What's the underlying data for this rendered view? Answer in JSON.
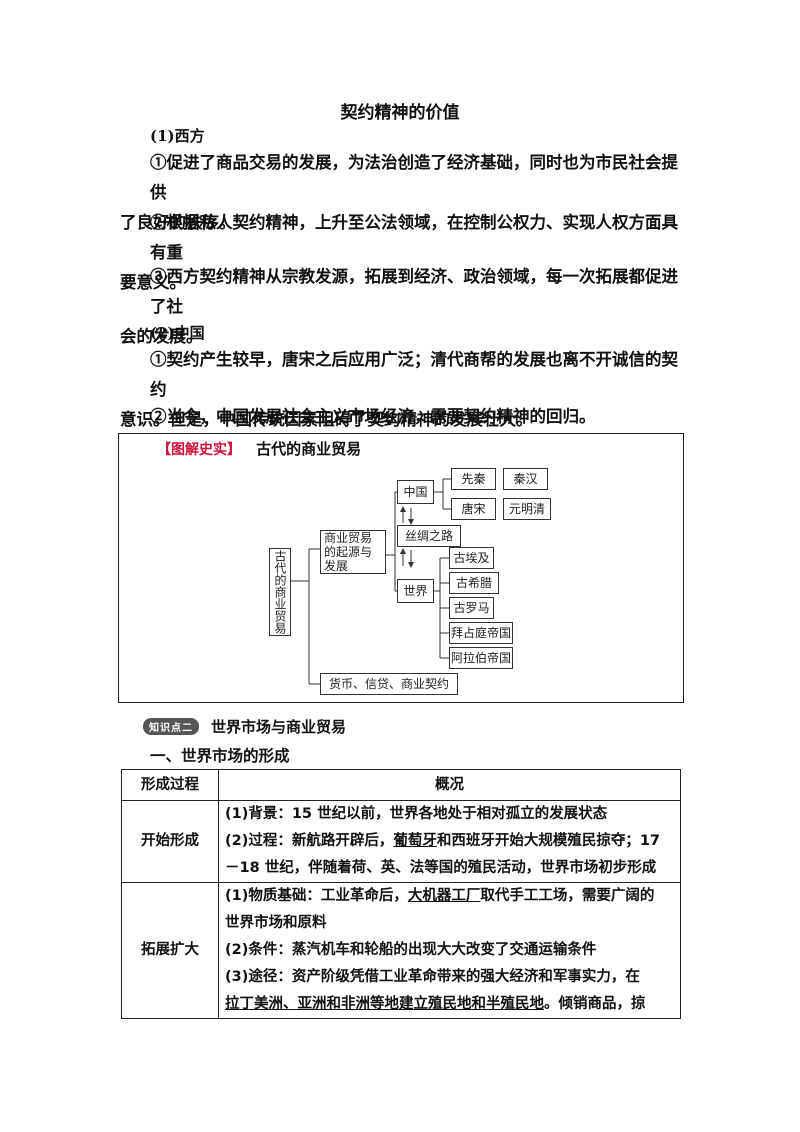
{
  "title": "契约精神的价值",
  "west": {
    "heading": "(1)西方",
    "p1_l1": "①促进了商品交易的发展，为法治创造了经济基础，同时也为市民社会提供",
    "p1_l2": "了良好的秩序。",
    "p2_l1": "②根据私人契约精神，上升至公法领域，在控制公权力、实现人权方面具有重",
    "p2_l2": "要意义。",
    "p3_l1": "③西方契约精神从宗教发源，拓展到经济、政治领域，每一次拓展都促进了社",
    "p3_l2": "会的发展。"
  },
  "china": {
    "heading": "(2)中国",
    "p1_l1": "①契约产生较早，唐宋之后应用广泛；清代商帮的发展也离不开诚信的契约",
    "p1_l2": "意识。但是，中国传统因素阻碍了契约精神的发展壮大。",
    "p2": "②当今，中国发展社会主义市场经济，需要契约精神的回归。"
  },
  "diagram": {
    "tag": "【图解史实】",
    "title": "古代的商业贸易",
    "root": "古代的商业贸易",
    "origin": "商业贸易的起源与发展",
    "china": "中国",
    "china_periods": [
      "先秦",
      "秦汉",
      "唐宋",
      "元明清"
    ],
    "silk_road": "丝绸之路",
    "world": "世界",
    "world_items": [
      "古埃及",
      "古希腊",
      "古罗马",
      "拜占庭帝国",
      "阿拉伯帝国"
    ],
    "currency": "货币、信贷、商业契约"
  },
  "section2": {
    "badge": "知识点二",
    "title": "世界市场与商业贸易",
    "sub": "一、世界市场的形成"
  },
  "table": {
    "headers": [
      "形成过程",
      "概况"
    ],
    "row1": {
      "label": "开始形成",
      "l1": "(1)背景：15 世纪以前，世界各地处于相对孤立的发展状态",
      "l2a": "(2)过程：新航路开辟后，",
      "l2u": "葡萄牙",
      "l2b": "和西班牙开始大规模殖民掠夺；17",
      "l3": "－18 世纪，伴随着荷、英、法等国的殖民活动，世界市场初步形成"
    },
    "row2": {
      "label": "拓展扩大",
      "l1a": "(1)物质基础：工业革命后，",
      "l1u": "大机器工厂",
      "l1b": "取代手工工场，需要广阔的",
      "l2": "世界市场和原料",
      "l3": "(2)条件：蒸汽机车和轮船的出现大大改变了交通运输条件",
      "l4": "(3)途径：资产阶级凭借工业革命带来的强大经济和军事实力，在",
      "l5u": "拉丁美洲、亚洲和非洲等地建立殖民地和半殖民地",
      "l5b": "。倾销商品，掠"
    }
  }
}
